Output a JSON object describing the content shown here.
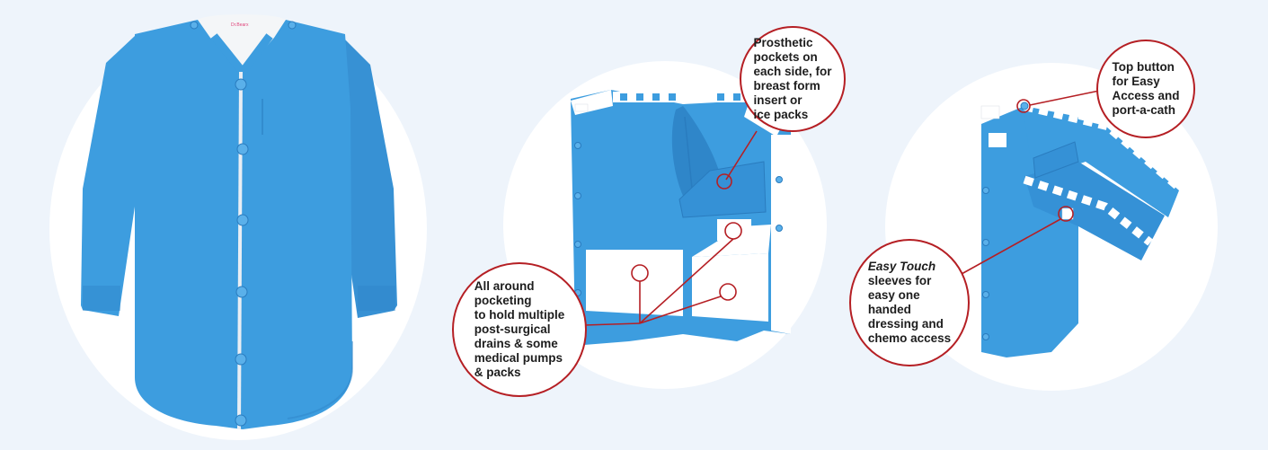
{
  "callouts": {
    "prosthetic": {
      "lines": [
        "Prosthetic",
        "pockets on",
        "each side, for",
        "breast form",
        "insert or",
        "ice packs"
      ]
    },
    "pocketing": {
      "lines": [
        "All around",
        "pocketing",
        "to hold multiple",
        "post-surgical",
        "drains & some",
        "medical pumps",
        "& packs"
      ]
    },
    "top_button": {
      "lines": [
        "Top button",
        "for Easy",
        "Access and",
        "port-a-cath"
      ]
    },
    "easy_touch": {
      "italic_phrase": "Easy Touch",
      "lines": [
        "sleeves for",
        "easy one",
        "handed",
        "dressing and",
        "chemo access"
      ]
    }
  },
  "garment": {
    "label_text": "Dr.Bearx",
    "body_color": "#3d9ddf",
    "trim_color": "#ffffff"
  },
  "colors": {
    "background": "#eef4fb",
    "callout_ring": "#b51f24"
  }
}
